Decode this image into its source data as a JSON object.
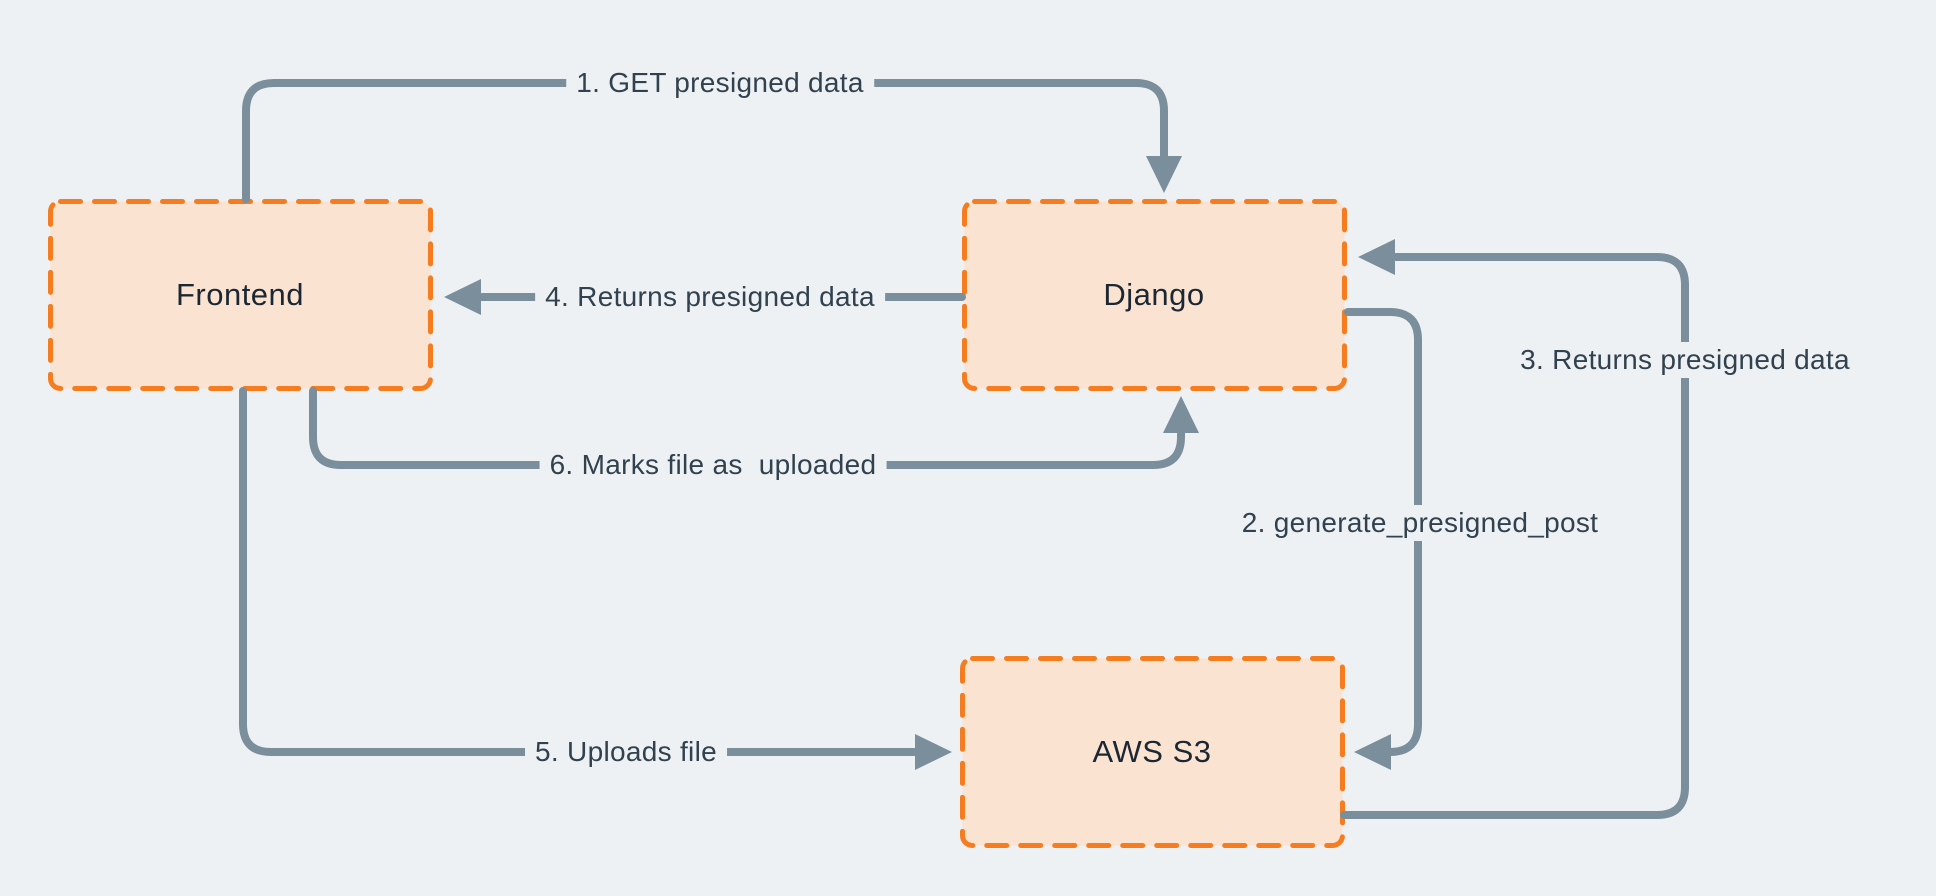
{
  "palette": {
    "background": "#edf1f4",
    "node_fill": "#fbe3d2",
    "node_border": "#f57d20",
    "edge_color": "#7b8e9c",
    "edge_label_text": "#31414e",
    "node_label_text": "#1b2733"
  },
  "nodes": [
    {
      "id": "frontend",
      "label": "Frontend"
    },
    {
      "id": "django",
      "label": "Django"
    },
    {
      "id": "aws-s3",
      "label": "AWS S3"
    }
  ],
  "edges": [
    {
      "step": 1,
      "label": "1. GET presigned data",
      "from": "frontend",
      "to": "django"
    },
    {
      "step": 2,
      "label": "2. generate_presigned_post",
      "from": "django",
      "to": "aws-s3"
    },
    {
      "step": 3,
      "label": "3. Returns presigned data",
      "from": "aws-s3",
      "to": "django"
    },
    {
      "step": 4,
      "label": "4. Returns presigned data",
      "from": "django",
      "to": "frontend"
    },
    {
      "step": 5,
      "label": "5. Uploads file",
      "from": "frontend",
      "to": "aws-s3"
    },
    {
      "step": 6,
      "label": "6. Marks file as  uploaded",
      "from": "frontend",
      "to": "django"
    }
  ]
}
